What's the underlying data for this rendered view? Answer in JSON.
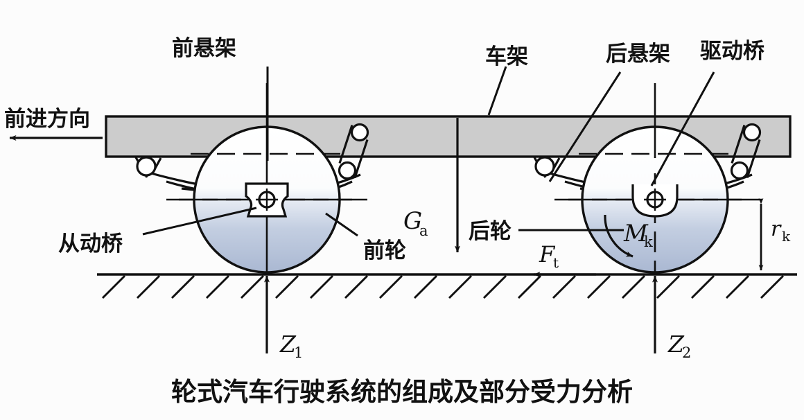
{
  "figure": {
    "caption": "轮式汽车行驶系统的组成及部分受力分析",
    "background_color": "#fcfcfc",
    "line_color": "#111111",
    "frame_fill": "#cccccc",
    "wheel_top_color": "#ffffff",
    "wheel_bottom_color": "#b6c2da"
  },
  "labels": {
    "direction_of_travel": "前进方向",
    "front_suspension": "前悬架",
    "frame": "车架",
    "rear_suspension": "后悬架",
    "drive_axle": "驱动桥",
    "driven_axle": "从动桥",
    "front_wheel": "前轮",
    "rear_wheel": "后轮"
  },
  "symbols": {
    "vehicle_weight": {
      "base": "G",
      "sub": "a"
    },
    "traction_force": {
      "base": "F",
      "sub": "t"
    },
    "drive_torque": {
      "base": "M",
      "sub": "k"
    },
    "wheel_radius": {
      "base": "r",
      "sub": "k"
    },
    "front_reaction": {
      "base": "Z",
      "sub": "1"
    },
    "rear_reaction": {
      "base": "Z",
      "sub": "2"
    }
  },
  "parts": {
    "frame_bar": "chassis-frame-bar",
    "ground_line": "ground-surface-line",
    "front_wheel_circle": "front-wheel",
    "rear_wheel_circle": "rear-wheel",
    "front_hub": "front-axle-hub",
    "rear_hub": "rear-axle-hub",
    "leaf_springs": "leaf-spring-stack",
    "shackles": "spring-shackle-link"
  }
}
